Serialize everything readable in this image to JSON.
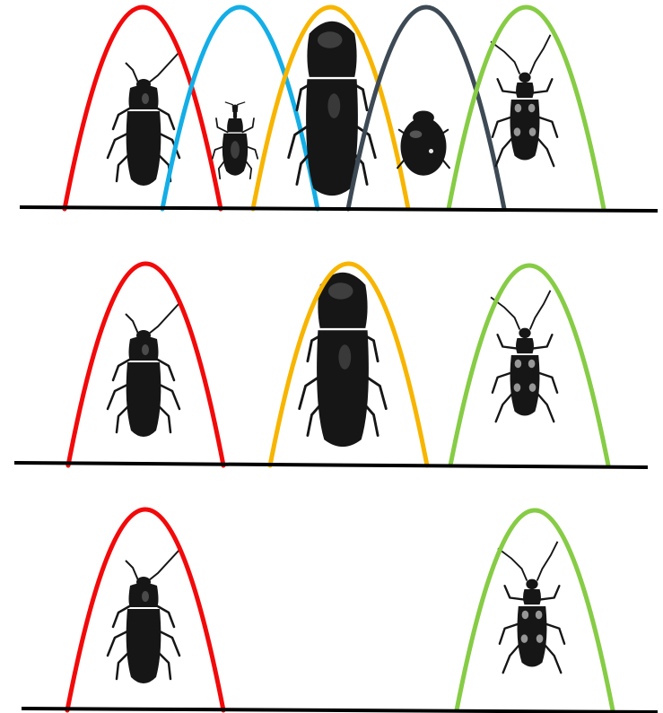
{
  "colors": {
    "red": "#f20a0a",
    "blue": "#14aee6",
    "orange": "#f7b500",
    "slate": "#3d4a55",
    "green": "#86cc45",
    "baseline": "#000000",
    "beetle_body": "#161616",
    "beetle_highlight": "#8a8a8a",
    "beetle_pale_spot": "#b8b8b8"
  },
  "panels": [
    {
      "id": "top",
      "curves": [
        {
          "color": "red",
          "beetle": "click-beetle"
        },
        {
          "color": "blue",
          "beetle": "weevil"
        },
        {
          "color": "orange",
          "beetle": "large-click-beetle"
        },
        {
          "color": "slate",
          "beetle": "ladybird-beetle"
        },
        {
          "color": "green",
          "beetle": "longhorn-beetle"
        }
      ]
    },
    {
      "id": "middle",
      "curves": [
        {
          "color": "red",
          "beetle": "click-beetle"
        },
        {
          "color": "orange",
          "beetle": "large-click-beetle"
        },
        {
          "color": "green",
          "beetle": "longhorn-beetle"
        }
      ]
    },
    {
      "id": "bottom",
      "curves": [
        {
          "color": "red",
          "beetle": "click-beetle"
        },
        {
          "color": "green",
          "beetle": "longhorn-beetle"
        }
      ]
    }
  ]
}
